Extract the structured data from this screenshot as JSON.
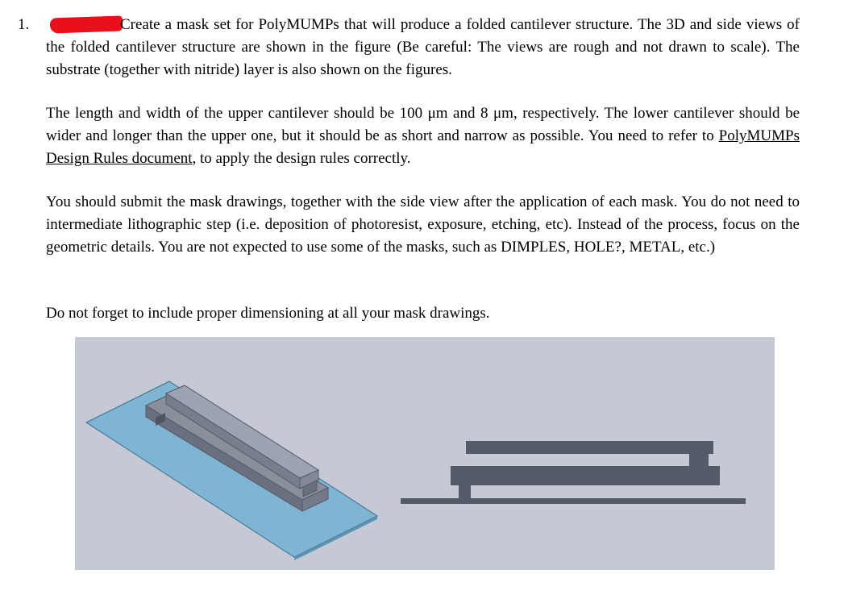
{
  "question": {
    "number": "1.",
    "p1": "Create a mask set for PolyMUMPs that will produce a folded cantilever structure. The 3D and side views of the folded cantilever structure are shown in the figure (Be careful: The views are rough and not drawn to scale). The substrate (together with nitride) layer is also shown on the figures.",
    "p2_before": "The length and width of the upper cantilever should be 100 μm and 8 μm, respectively. The lower cantilever should be wider and longer than the upper one, but it should be as short and narrow as possible.  You need to refer to ",
    "p2_link": "PolyMUMPs Design Rules document",
    "p2_after": ", to apply the design rules correctly.",
    "p3": "You should submit the mask drawings, together with the side view after the application of each mask. You do not need to intermediate lithographic step (i.e. deposition of photoresist, exposure, etching, etc). Instead of the process, focus on the geometric details. You are not expected to use some of the masks, such as DIMPLES, HOLE?, METAL, etc.)",
    "p4": "Do not forget to include proper dimensioning at all your mask drawings."
  },
  "figure": {
    "colors": {
      "background": "#c5c9d6",
      "substrate": "#7fb4d3",
      "lower_cantilever": "#808592",
      "upper_cantilever": "#9298a8",
      "side_view_fill": "#555a69"
    }
  }
}
